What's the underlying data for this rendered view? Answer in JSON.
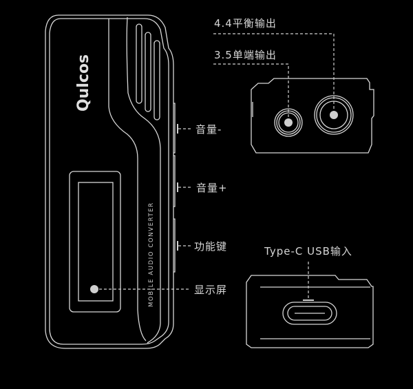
{
  "device": {
    "brand_logo": "Qulcos",
    "side_text": "MOBILE AUDIO CONVERTER"
  },
  "labels": {
    "balanced_out": "4.4平衡输出",
    "single_ended_out": "3.5单端输出",
    "volume_down": "音量-",
    "volume_up": "音量+",
    "function_key": "功能键",
    "display": "显示屏",
    "usb_input": "Type-C USB输入"
  },
  "colors": {
    "background": "#000000",
    "line": "#d8d8d8"
  }
}
